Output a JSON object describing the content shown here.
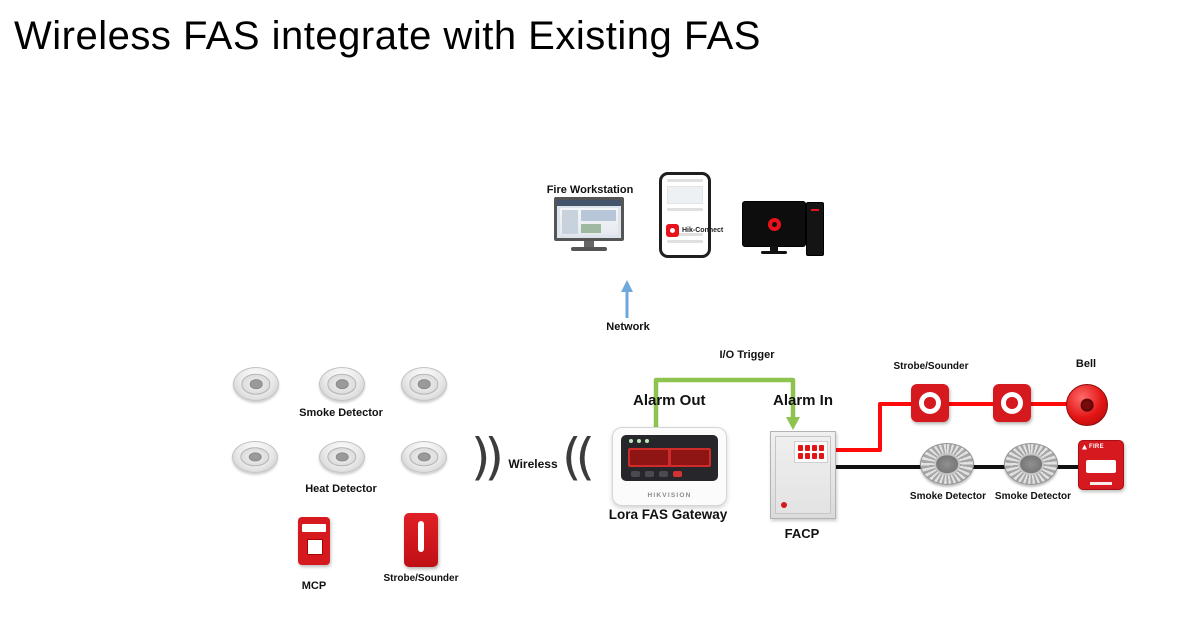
{
  "title": "Wireless FAS integrate with Existing FAS",
  "workstation": {
    "label": "Fire Workstation"
  },
  "phone": {
    "app_label": "Hik-Connect"
  },
  "network": {
    "label": "Network"
  },
  "wireless": {
    "label": "Wireless",
    "left_waves": "))",
    "right_waves": "(("
  },
  "io_trigger": {
    "label": "I/O Trigger"
  },
  "gateway": {
    "label": "Lora FAS Gateway",
    "brand": "HIKVISION",
    "alarm_out": "Alarm Out"
  },
  "facp": {
    "label": "FACP",
    "alarm_in": "Alarm In"
  },
  "left_field": {
    "smoke_label": "Smoke Detector",
    "heat_label": "Heat Detector",
    "mcp_label": "MCP",
    "strobe_label": "Strobe/Sounder"
  },
  "right_field": {
    "strobe_label": "Strobe/Sounder",
    "bell_label": "Bell",
    "smoke1_label": "Smoke Detector",
    "smoke2_label": "Smoke Detector",
    "callpoint_text": "FIRE"
  },
  "colors": {
    "red": "#e8111c",
    "wire_red": "#ff0a0a",
    "wire_black": "#111111",
    "green": "#8fc34f",
    "blue": "#6fa8dc"
  }
}
